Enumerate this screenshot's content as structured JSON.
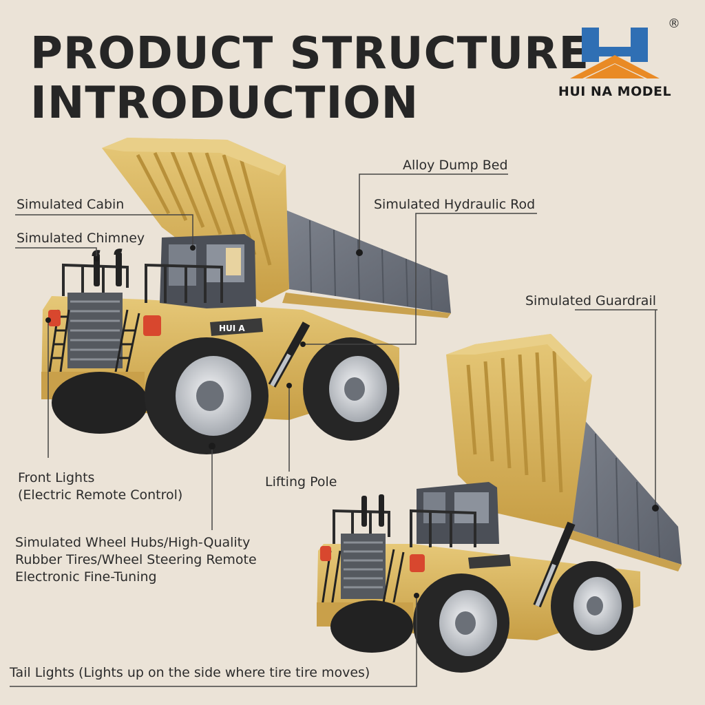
{
  "title": {
    "line1": "PRODUCT STRUCTURE",
    "line2": "INTRODUCTION"
  },
  "brand": {
    "name": "HUI NA MODEL",
    "registered_mark": "®",
    "logo_icon": "hui-na-h-logo",
    "colors": {
      "blue": "#2f6fb4",
      "orange": "#e98a25"
    }
  },
  "truck_badge": "HUI A",
  "labels": {
    "alloy_dump_bed": "Alloy Dump Bed",
    "simulated_cabin": "Simulated Cabin",
    "simulated_hydraulic_rod": "Simulated Hydraulic Rod",
    "simulated_chimney": "Simulated Chimney",
    "simulated_guardrail": "Simulated Guardrail",
    "front_lights_1": "Front Lights",
    "front_lights_2": "(Electric Remote Control)",
    "lifting_pole": "Lifting Pole",
    "wheel_hubs_1": "Simulated Wheel Hubs/High-Quality",
    "wheel_hubs_2": "Rubber Tires/Wheel Steering Remote",
    "wheel_hubs_3": "Electronic Fine-Tuning",
    "tail_lights": "Tail Lights (Lights up on the side where tire tire moves)"
  },
  "colors": {
    "background": "#ebe3d7",
    "truck_yellow": "#d8b45c",
    "truck_yellow_dark": "#b8903a",
    "dump_bed_gray": "#6f7480",
    "tire": "#2b2b2b",
    "hub": "#c9ccd1",
    "leader_line": "#444444"
  }
}
